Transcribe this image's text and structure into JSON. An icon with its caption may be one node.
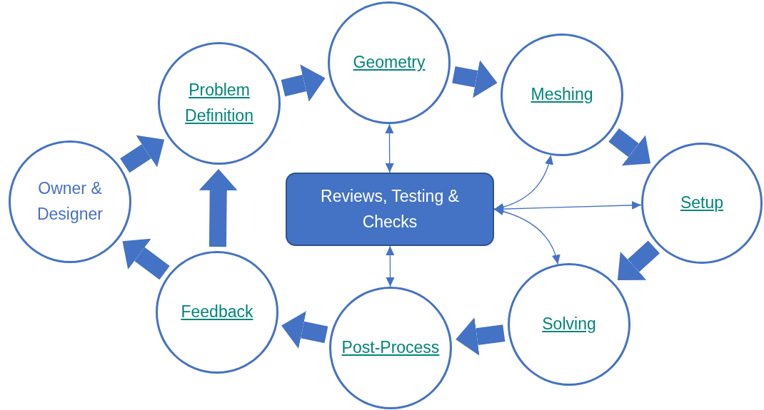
{
  "diagram": {
    "nodes": [
      {
        "text": [
          "Owner & Designer"
        ]
      },
      {
        "text": [
          "Problem Definition"
        ]
      },
      {
        "text": [
          "Geometry"
        ]
      },
      {
        "text": [
          "Meshing"
        ]
      },
      {
        "text": [
          "Setup"
        ]
      },
      {
        "text": [
          "Solving"
        ]
      },
      {
        "text": [
          "Post-Process"
        ]
      },
      {
        "text": [
          "Feedback"
        ]
      },
      {
        "text": [
          "Reviews, Testing & Checks"
        ]
      }
    ],
    "edges": [
      {
        "from": 0,
        "to": 1,
        "arrow": "to"
      },
      {
        "from": 1,
        "to": 2,
        "arrow": "to"
      },
      {
        "from": 2,
        "to": 3,
        "arrow": "to"
      },
      {
        "from": 3,
        "to": 4,
        "arrow": "to"
      },
      {
        "from": 4,
        "to": 5,
        "arrow": "to"
      },
      {
        "from": 5,
        "to": 6,
        "arrow": "to"
      },
      {
        "from": 6,
        "to": 7,
        "arrow": "to"
      },
      {
        "from": 7,
        "to": 1,
        "arrow": "to"
      },
      {
        "from": 7,
        "to": 0,
        "arrow": "to"
      },
      {
        "from": 8,
        "to": 2,
        "arrow": "both"
      },
      {
        "from": 8,
        "to": 6,
        "arrow": "both"
      },
      {
        "from": 8,
        "to": 3,
        "arrow": "both"
      },
      {
        "from": 8,
        "to": 4,
        "arrow": "both"
      },
      {
        "from": 8,
        "to": 5,
        "arrow": "both"
      }
    ]
  }
}
